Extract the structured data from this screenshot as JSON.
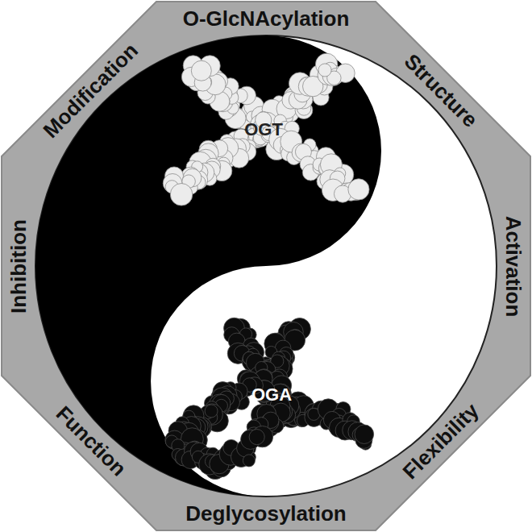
{
  "diagram": {
    "nodes": [
      {
        "text": [
          "OGT"
        ]
      },
      {
        "text": [
          "OGA"
        ]
      }
    ],
    "labels": [
      "O-GlcNAcylation",
      "Structure",
      "Activation",
      "Flexibility",
      "Deglycosylation",
      "Function",
      "Inhibition",
      "Modification"
    ]
  }
}
